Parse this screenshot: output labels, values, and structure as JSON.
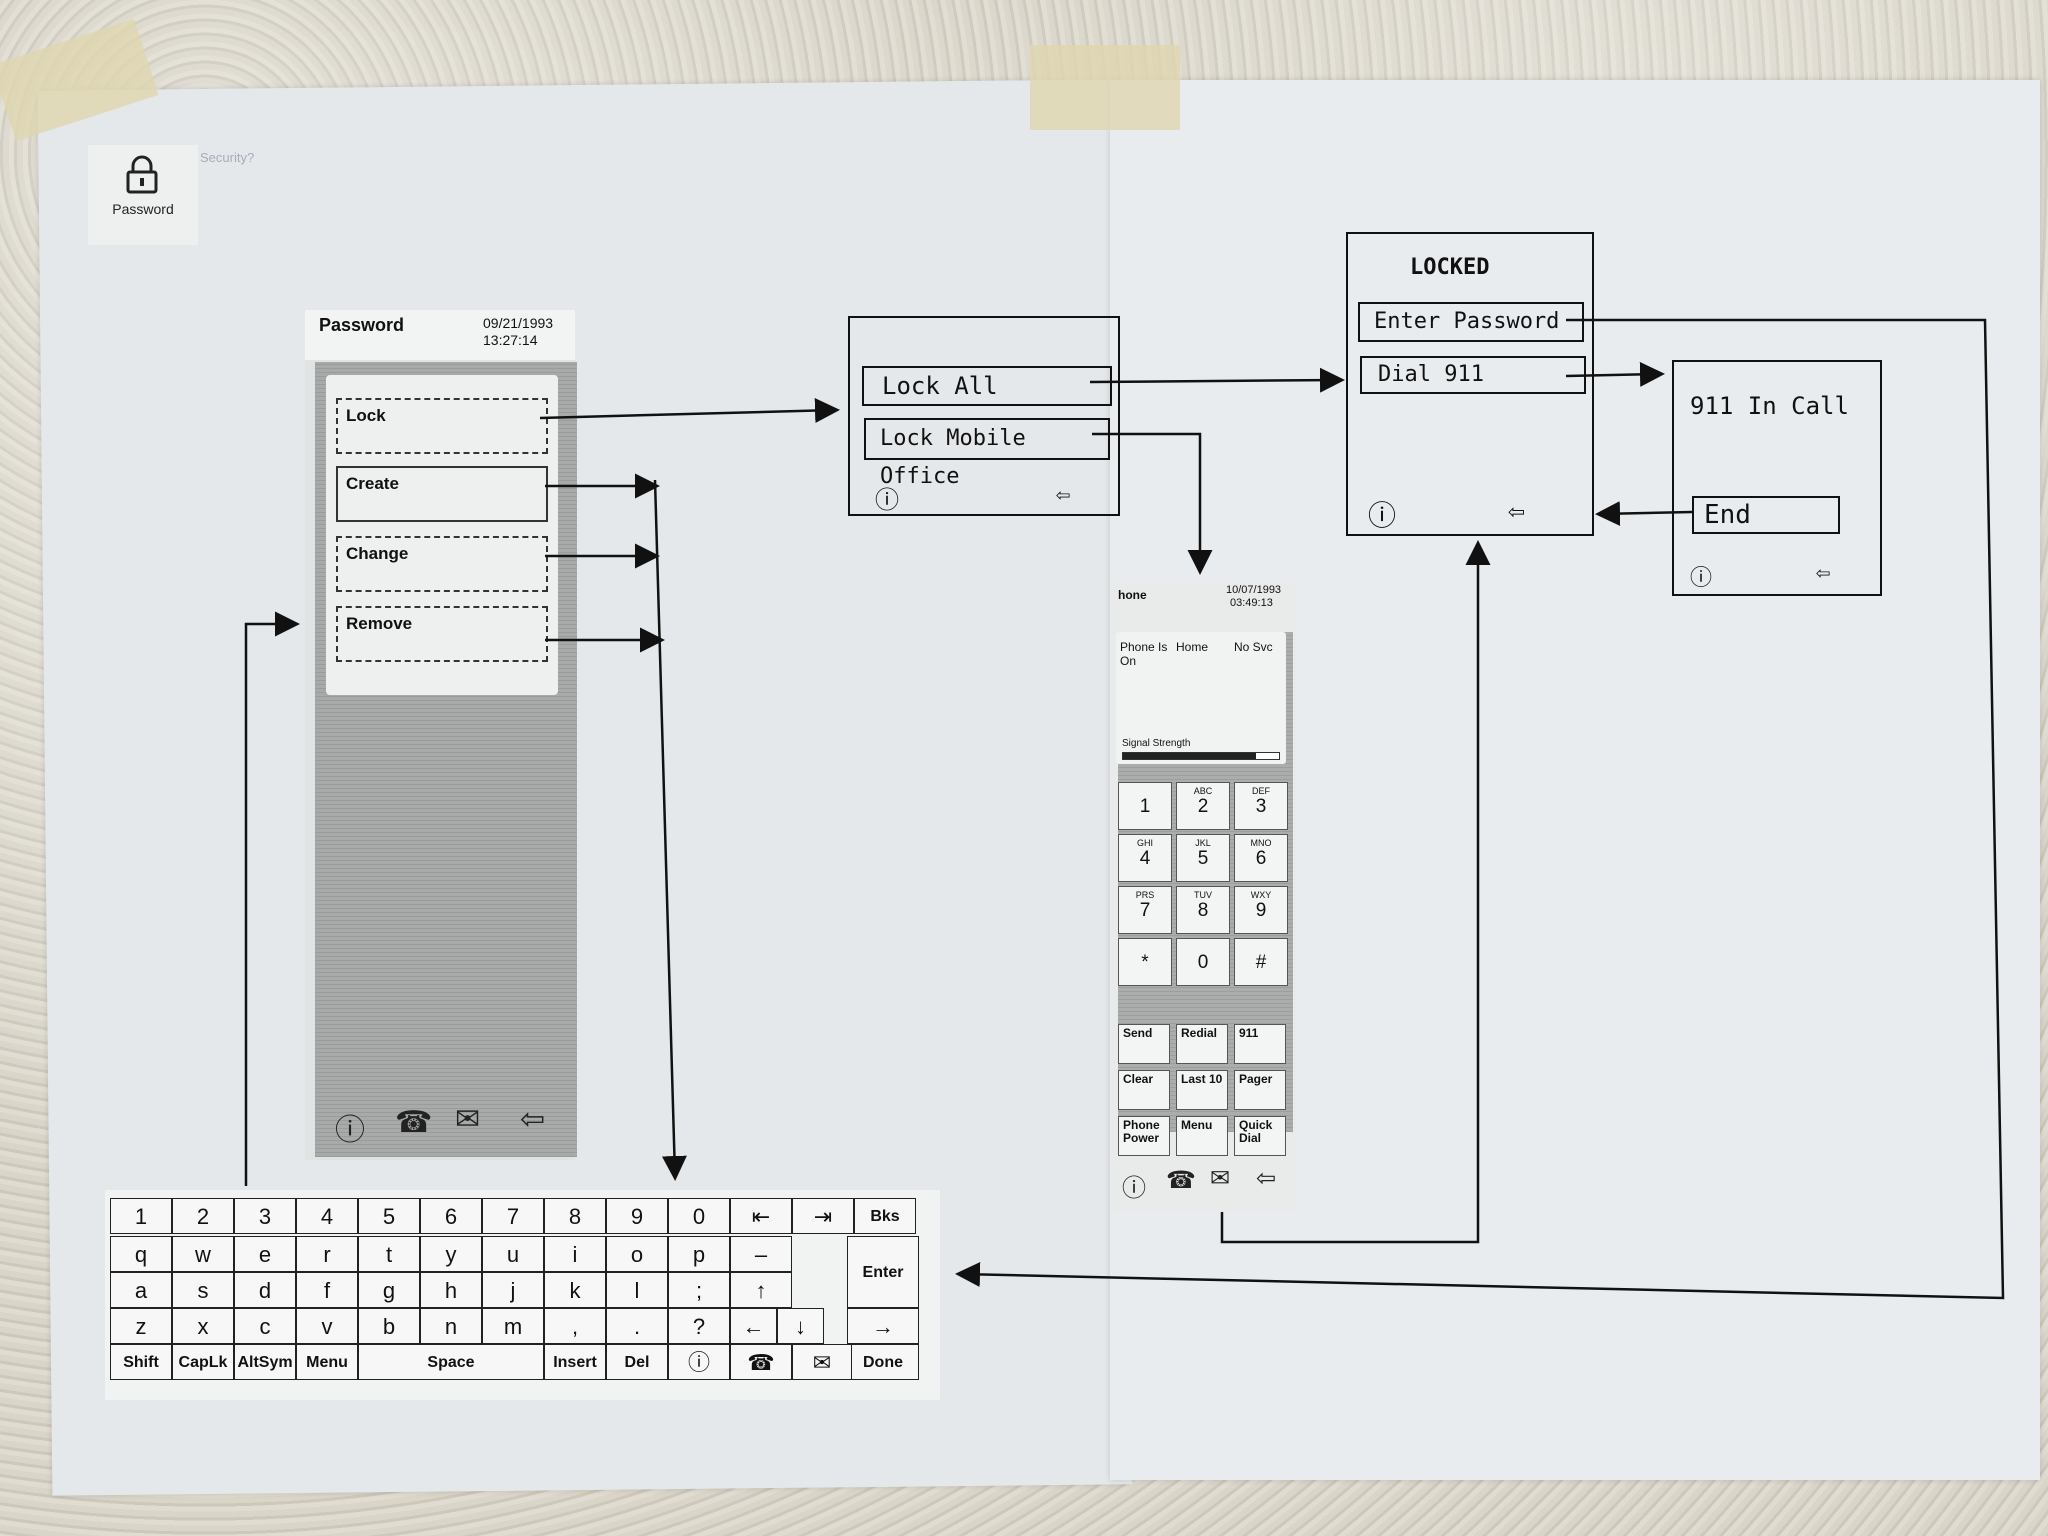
{
  "password_icon": {
    "label": "Password",
    "faint_note": "Security?"
  },
  "password_screen": {
    "title": "Password",
    "date": "09/21/1993",
    "time": "13:27:14",
    "options": [
      "Lock",
      "Create",
      "Change",
      "Remove"
    ],
    "bottom_icons": [
      "help-icon",
      "phone-icon",
      "mail-icon",
      "back-arrow-icon"
    ]
  },
  "lock_sketch": {
    "buttons": [
      "Lock All",
      "Lock Mobile Office"
    ]
  },
  "locked_sketch": {
    "title": "LOCKED",
    "buttons": [
      "Enter Password",
      "Dial 911"
    ]
  },
  "call_sketch": {
    "title": "911 In Call",
    "button": "End"
  },
  "phone_screen": {
    "title": "hone",
    "date": "10/07/1993",
    "time": "03:49:13",
    "status_left": "Phone Is On",
    "status_mid": "Home",
    "status_right": "No Svc",
    "signal_label": "Signal Strength",
    "signal_level": 0.85,
    "keypad": [
      {
        "sub": "",
        "main": "1"
      },
      {
        "sub": "ABC",
        "main": "2"
      },
      {
        "sub": "DEF",
        "main": "3"
      },
      {
        "sub": "GHI",
        "main": "4"
      },
      {
        "sub": "JKL",
        "main": "5"
      },
      {
        "sub": "MNO",
        "main": "6"
      },
      {
        "sub": "PRS",
        "main": "7"
      },
      {
        "sub": "TUV",
        "main": "8"
      },
      {
        "sub": "WXY",
        "main": "9"
      },
      {
        "sub": "",
        "main": "*"
      },
      {
        "sub": "",
        "main": "0"
      },
      {
        "sub": "",
        "main": "#"
      }
    ],
    "func_keys": [
      "Send",
      "Redial",
      "911",
      "Clear",
      "Last 10",
      "Pager",
      "Phone Power",
      "Menu",
      "Quick Dial"
    ]
  },
  "keyboard": {
    "row1": [
      "1",
      "2",
      "3",
      "4",
      "5",
      "6",
      "7",
      "8",
      "9",
      "0",
      "⇤",
      "⇥",
      "Bks"
    ],
    "row2": [
      "q",
      "w",
      "e",
      "r",
      "t",
      "y",
      "u",
      "i",
      "o",
      "p"
    ],
    "row3": [
      "a",
      "s",
      "d",
      "f",
      "g",
      "h",
      "j",
      "k",
      "l",
      ";"
    ],
    "row4": [
      "z",
      "x",
      "c",
      "v",
      "b",
      "n",
      "m",
      ",",
      ".",
      "?"
    ],
    "row5": [
      "Shift",
      "CapLk",
      "AltSym",
      "Menu",
      "Space",
      "Insert",
      "Del"
    ],
    "right_keys": {
      "enter": "Enter",
      "done": "Done",
      "up": "↑",
      "left": "←",
      "down": "↓",
      "right": "→",
      "dash": "–"
    }
  }
}
